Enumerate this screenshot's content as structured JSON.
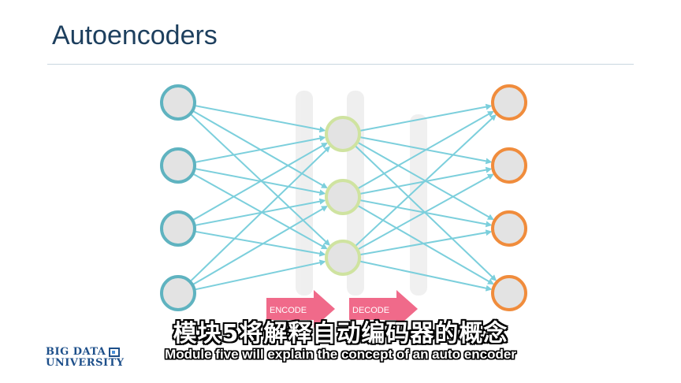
{
  "slide": {
    "title": "Autoencoders"
  },
  "diagram": {
    "input_nodes": 4,
    "hidden_nodes": 3,
    "output_nodes": 4,
    "encode_label": "ENCODE",
    "decode_label": "DECODE",
    "colors": {
      "input_ring": "#5fb3c0",
      "hidden_ring": "#cfe3a0",
      "output_ring": "#f08c3c",
      "node_fill": "#e3e3e3",
      "edge": "#7ccfdc",
      "arrow": "#f06a8a"
    }
  },
  "subtitles": {
    "chinese": "模块5将解释自动编码器的概念",
    "english": "Module five will explain the concept of an auto encoder"
  },
  "logo": {
    "line1": "BIG DATA",
    "line2": "UNIVERSITY"
  }
}
